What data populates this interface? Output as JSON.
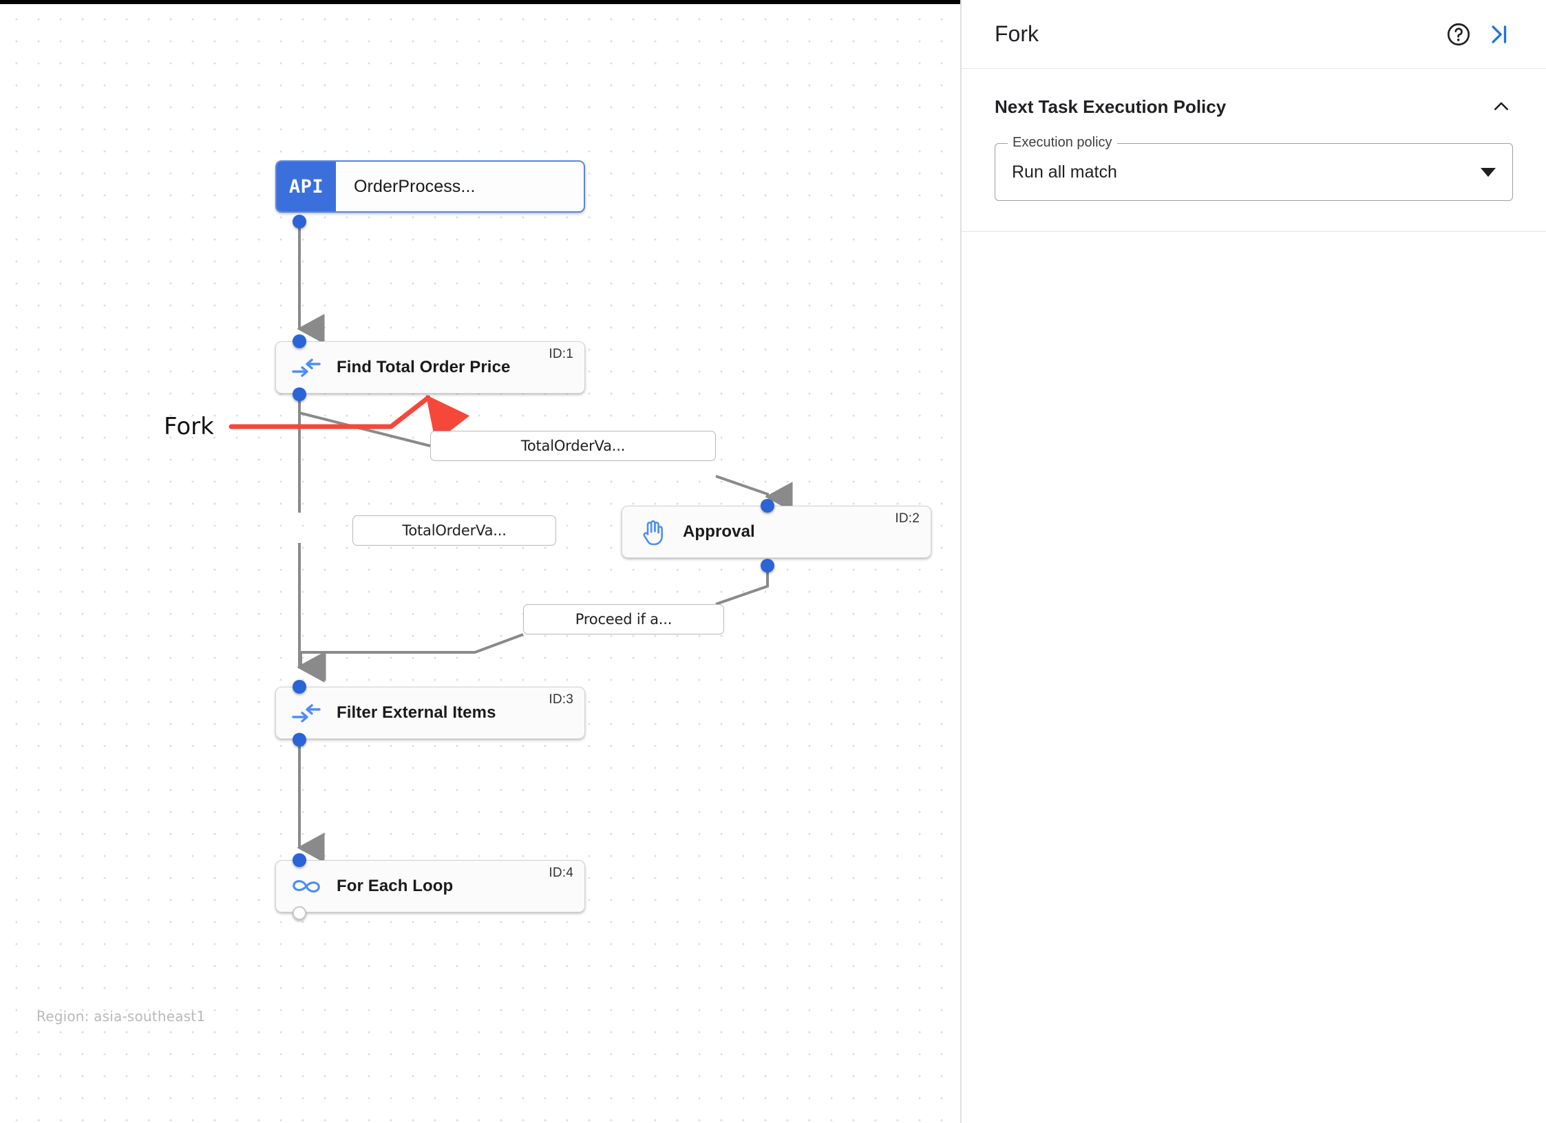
{
  "canvas": {
    "annotation": {
      "label": "Fork"
    },
    "region_note": "Region: asia-southeast1",
    "nodes": [
      {
        "kind": "api",
        "badge": "API",
        "title": "OrderProcess...",
        "id_tag": "",
        "icon": "api-badge-icon"
      },
      {
        "kind": "task",
        "badge": "",
        "title": "Find Total Order Price",
        "id_tag": "ID:1",
        "icon": "converge-arrows-icon"
      },
      {
        "kind": "task",
        "badge": "",
        "title": "Approval",
        "id_tag": "ID:2",
        "icon": "raised-hand-icon"
      },
      {
        "kind": "task",
        "badge": "",
        "title": "Filter External Items",
        "id_tag": "ID:3",
        "icon": "converge-arrows-icon"
      },
      {
        "kind": "task",
        "badge": "",
        "title": "For Each Loop",
        "id_tag": "ID:4",
        "icon": "infinity-loop-icon"
      }
    ],
    "edge_labels": [
      {
        "text": "TotalOrderVa..."
      },
      {
        "text": "TotalOrderVa..."
      },
      {
        "text": "Proceed if a..."
      }
    ]
  },
  "panel": {
    "title": "Fork",
    "help_icon": "help-circle-icon",
    "collapse_icon": "collapse-panel-icon",
    "sections": [
      {
        "title": "Next Task Execution Policy",
        "chevron": "chevron-up-icon",
        "field": {
          "label": "Execution policy",
          "value": "Run all match",
          "caret": "dropdown-caret-icon"
        }
      }
    ]
  },
  "colors": {
    "accent_blue": "#2a64d6",
    "api_blue": "#3b6fdc",
    "annotation_red": "#f5483b",
    "edge_gray": "#8a8a8a"
  }
}
